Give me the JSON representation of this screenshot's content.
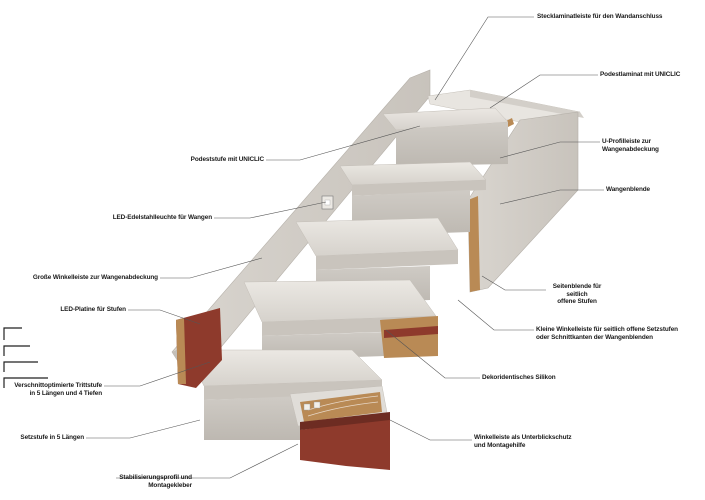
{
  "labels": {
    "stecklaminatleiste": "Stecklaminatleiste für den Wandanschluss",
    "podestlaminat": "Podestlaminat mit UNICLIC",
    "podeststufe": "Podeststufe mit UNICLIC",
    "u_profilleiste": "U-Profilleiste zur Wangenabdeckung",
    "wangenblende": "Wangenblende",
    "led_leuchte": "LED-Edelstahlleuchte für Wangen",
    "grosse_winkelleiste": "Große Winkelleiste zur Wangenabdeckung",
    "seitenblende": "Seitenblende für seitlich offene Stufen",
    "led_platine": "LED-Platine für Stufen",
    "kleine_winkelleiste": "Kleine Winkelleiste für seitlich offene Setzstufen oder Schnittkanten der Wangenblenden",
    "trittstufe": "Verschnittoptimierte Trittstufe in 5 Längen und 4 Tiefen",
    "silikon": "Dekoridentisches Silikon",
    "setzstufe": "Setzstufe in 5 Längen",
    "winkelleiste_unterblick": "Winkelleiste als Unterblickschutz und Montagehilfe",
    "stabilisierungsprofil": "Stabilisierungsprofil und Montagekleber"
  },
  "colors": {
    "laminate_light": "#e4e1dc",
    "laminate_mid": "#d2cec8",
    "laminate_dark": "#b9b4ad",
    "wood_core": "#b98a55",
    "red_core": "#8e3a2c",
    "leader_line": "#555555"
  },
  "icons": {
    "profile_icons": "step-profile-icons",
    "led": "led-light-icon"
  }
}
